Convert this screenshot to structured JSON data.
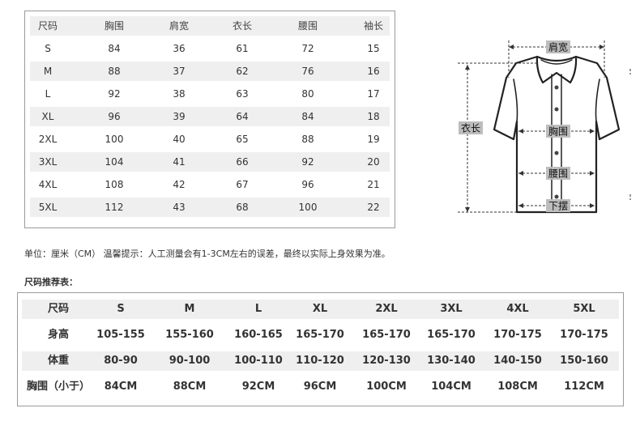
{
  "size_table": {
    "headers": [
      "尺码",
      "胸围",
      "肩宽",
      "衣长",
      "腰围",
      "袖长"
    ],
    "rows": [
      [
        "S",
        "84",
        "36",
        "61",
        "72",
        "15"
      ],
      [
        "M",
        "88",
        "37",
        "62",
        "76",
        "16"
      ],
      [
        "L",
        "92",
        "38",
        "63",
        "80",
        "17"
      ],
      [
        "XL",
        "96",
        "39",
        "64",
        "84",
        "18"
      ],
      [
        "2XL",
        "100",
        "40",
        "65",
        "88",
        "19"
      ],
      [
        "3XL",
        "104",
        "41",
        "66",
        "92",
        "20"
      ],
      [
        "4XL",
        "108",
        "42",
        "67",
        "96",
        "21"
      ],
      [
        "5XL",
        "112",
        "43",
        "68",
        "100",
        "22"
      ]
    ]
  },
  "diagram": {
    "shoulder_label": "肩宽",
    "length_label": "衣长",
    "chest_label": "胸围",
    "waist_label": "腰围",
    "hem_label": "下摆"
  },
  "note": "单位：厘米（CM）  温馨提示：人工测量会有1-3CM左右的误差，最终以实际上身效果为准。",
  "recommend_title": "尺码推荐表：",
  "recommend_table": {
    "rows": [
      [
        "尺码",
        "S",
        "M",
        "L",
        "XL",
        "2XL",
        "3XL",
        "4XL",
        "5XL"
      ],
      [
        "身高",
        "105-155",
        "155-160",
        "160-165",
        "165-170",
        "165-170",
        "165-170",
        "170-175",
        "170-175"
      ],
      [
        "体重",
        "80-90",
        "90-100",
        "100-110",
        "110-120",
        "120-130",
        "130-140",
        "140-150",
        "150-160"
      ],
      [
        "胸围（小于）",
        "84CM",
        "88CM",
        "92CM",
        "96CM",
        "100CM",
        "104CM",
        "108CM",
        "112CM"
      ]
    ]
  }
}
